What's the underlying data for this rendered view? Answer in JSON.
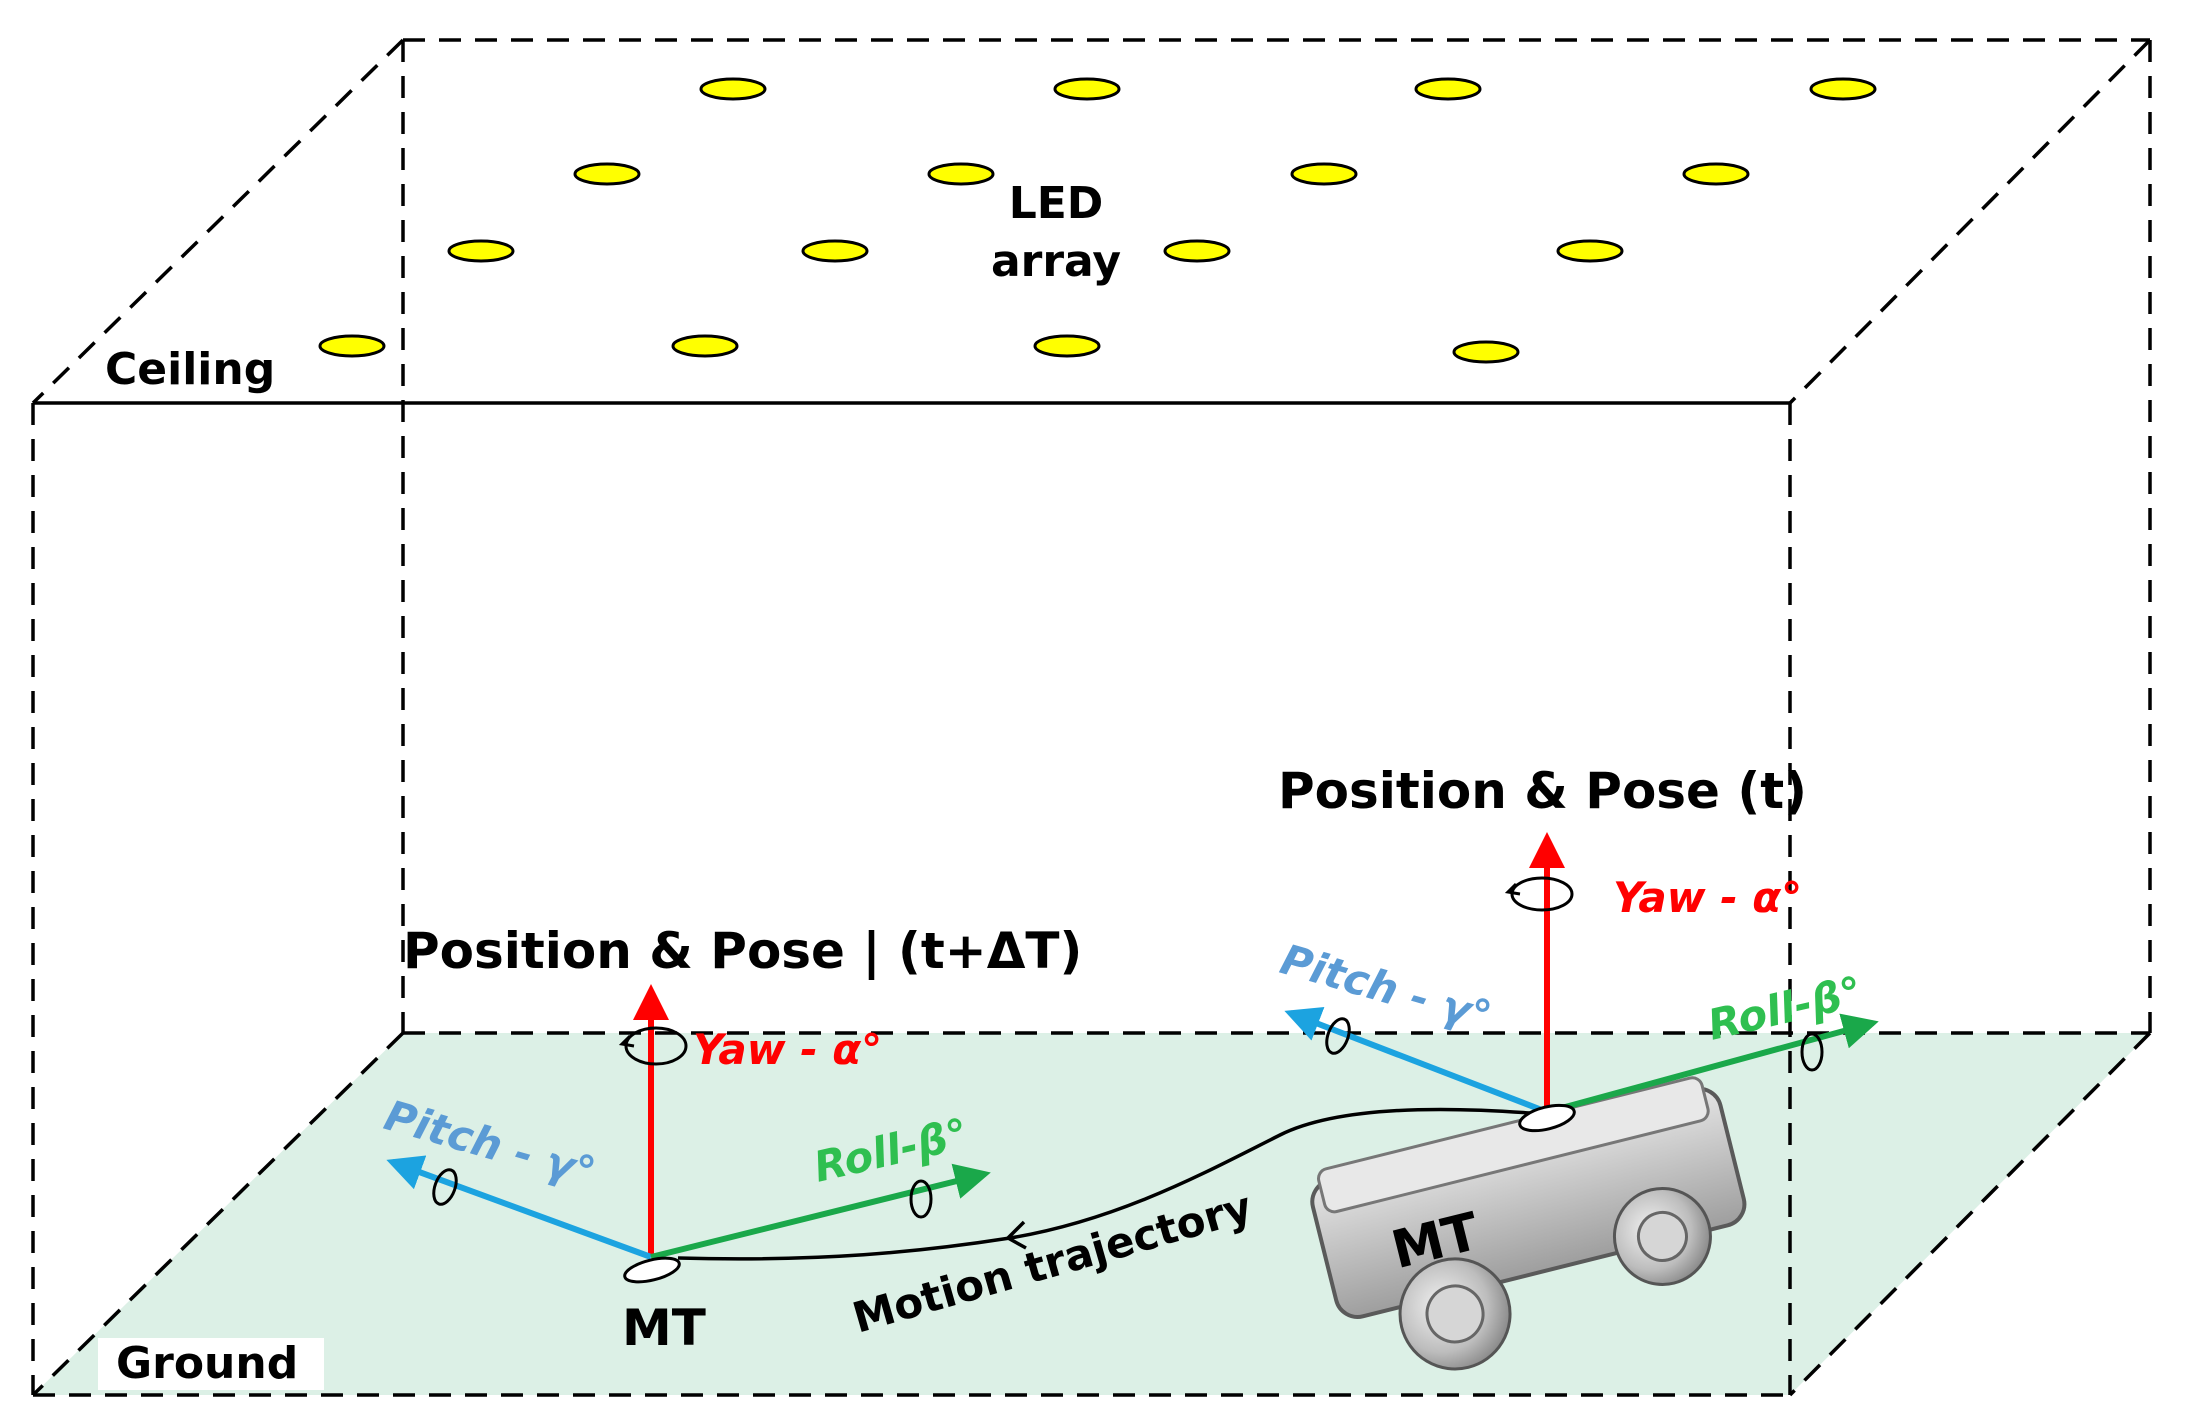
{
  "labels": {
    "ceiling": "Ceiling",
    "ground": "Ground",
    "led_line1": "LED",
    "led_line2": "array",
    "pose_t": "Position & Pose (t)",
    "pose_t_dt": "Position & Pose | (t+ΔT)",
    "mt_left": "MT",
    "mt_right": "MT",
    "trajectory": "Motion trajectory",
    "yaw_left": "Yaw - α°",
    "yaw_right": "Yaw - α°",
    "pitch_left": "Pitch - γ°",
    "pitch_right": "Pitch - γ°",
    "roll_left": "Roll-β°",
    "roll_right": "Roll-β°"
  },
  "colors": {
    "floor": "#dcf0e6",
    "led": "#ffff00",
    "yaw": "#ff0000",
    "pitch": "#1ca3e0",
    "pitch_text": "#5b9bd5",
    "roll": "#1aa84a",
    "roll_text": "#2fbf50",
    "robot_body": "#c8c8c8"
  }
}
